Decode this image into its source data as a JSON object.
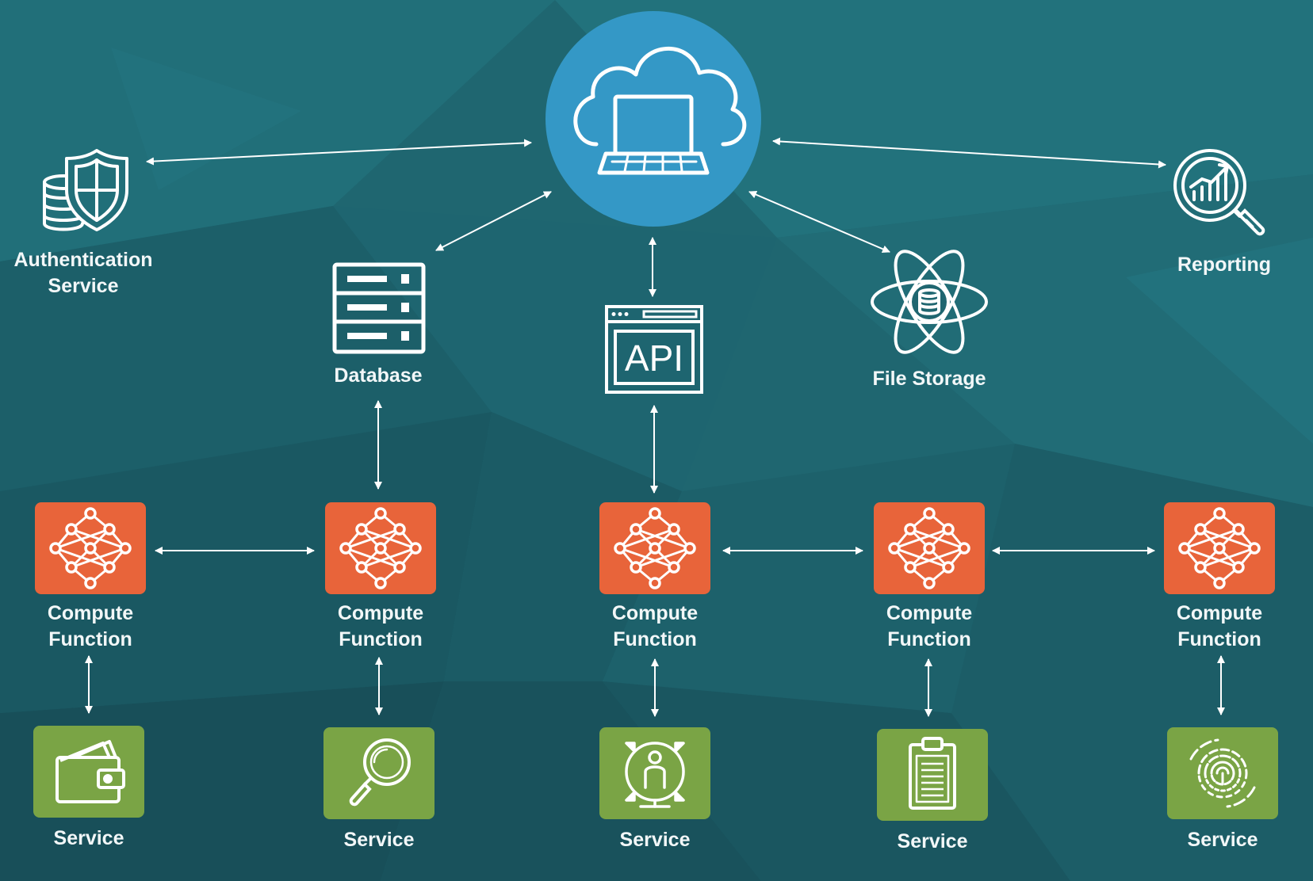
{
  "colors": {
    "background": "#1f6670",
    "cloud_circle": "#3498c6",
    "compute_tile": "#e8643a",
    "service_tile": "#7aa445",
    "line": "#ffffff"
  },
  "hub": {
    "icon": "cloud-laptop-icon"
  },
  "top_nodes": [
    {
      "id": "auth",
      "label": "Authentication\nService",
      "icon": "shield-database-icon"
    },
    {
      "id": "database",
      "label": "Database",
      "icon": "server-rack-icon"
    },
    {
      "id": "api",
      "label": "",
      "icon": "api-window-icon",
      "icon_text": "API"
    },
    {
      "id": "file_storage",
      "label": "File Storage",
      "icon": "atom-database-icon"
    },
    {
      "id": "reporting",
      "label": "Reporting",
      "icon": "magnifier-chart-icon"
    }
  ],
  "compute_functions": [
    {
      "label": "Compute\nFunction",
      "icon": "neural-network-icon"
    },
    {
      "label": "Compute\nFunction",
      "icon": "neural-network-icon"
    },
    {
      "label": "Compute\nFunction",
      "icon": "neural-network-icon"
    },
    {
      "label": "Compute\nFunction",
      "icon": "neural-network-icon"
    },
    {
      "label": "Compute\nFunction",
      "icon": "neural-network-icon"
    }
  ],
  "services": [
    {
      "label": "Service",
      "icon": "wallet-icon"
    },
    {
      "label": "Service",
      "icon": "search-icon"
    },
    {
      "label": "Service",
      "icon": "user-target-icon"
    },
    {
      "label": "Service",
      "icon": "clipboard-icon"
    },
    {
      "label": "Service",
      "icon": "fingerprint-icon"
    }
  ]
}
